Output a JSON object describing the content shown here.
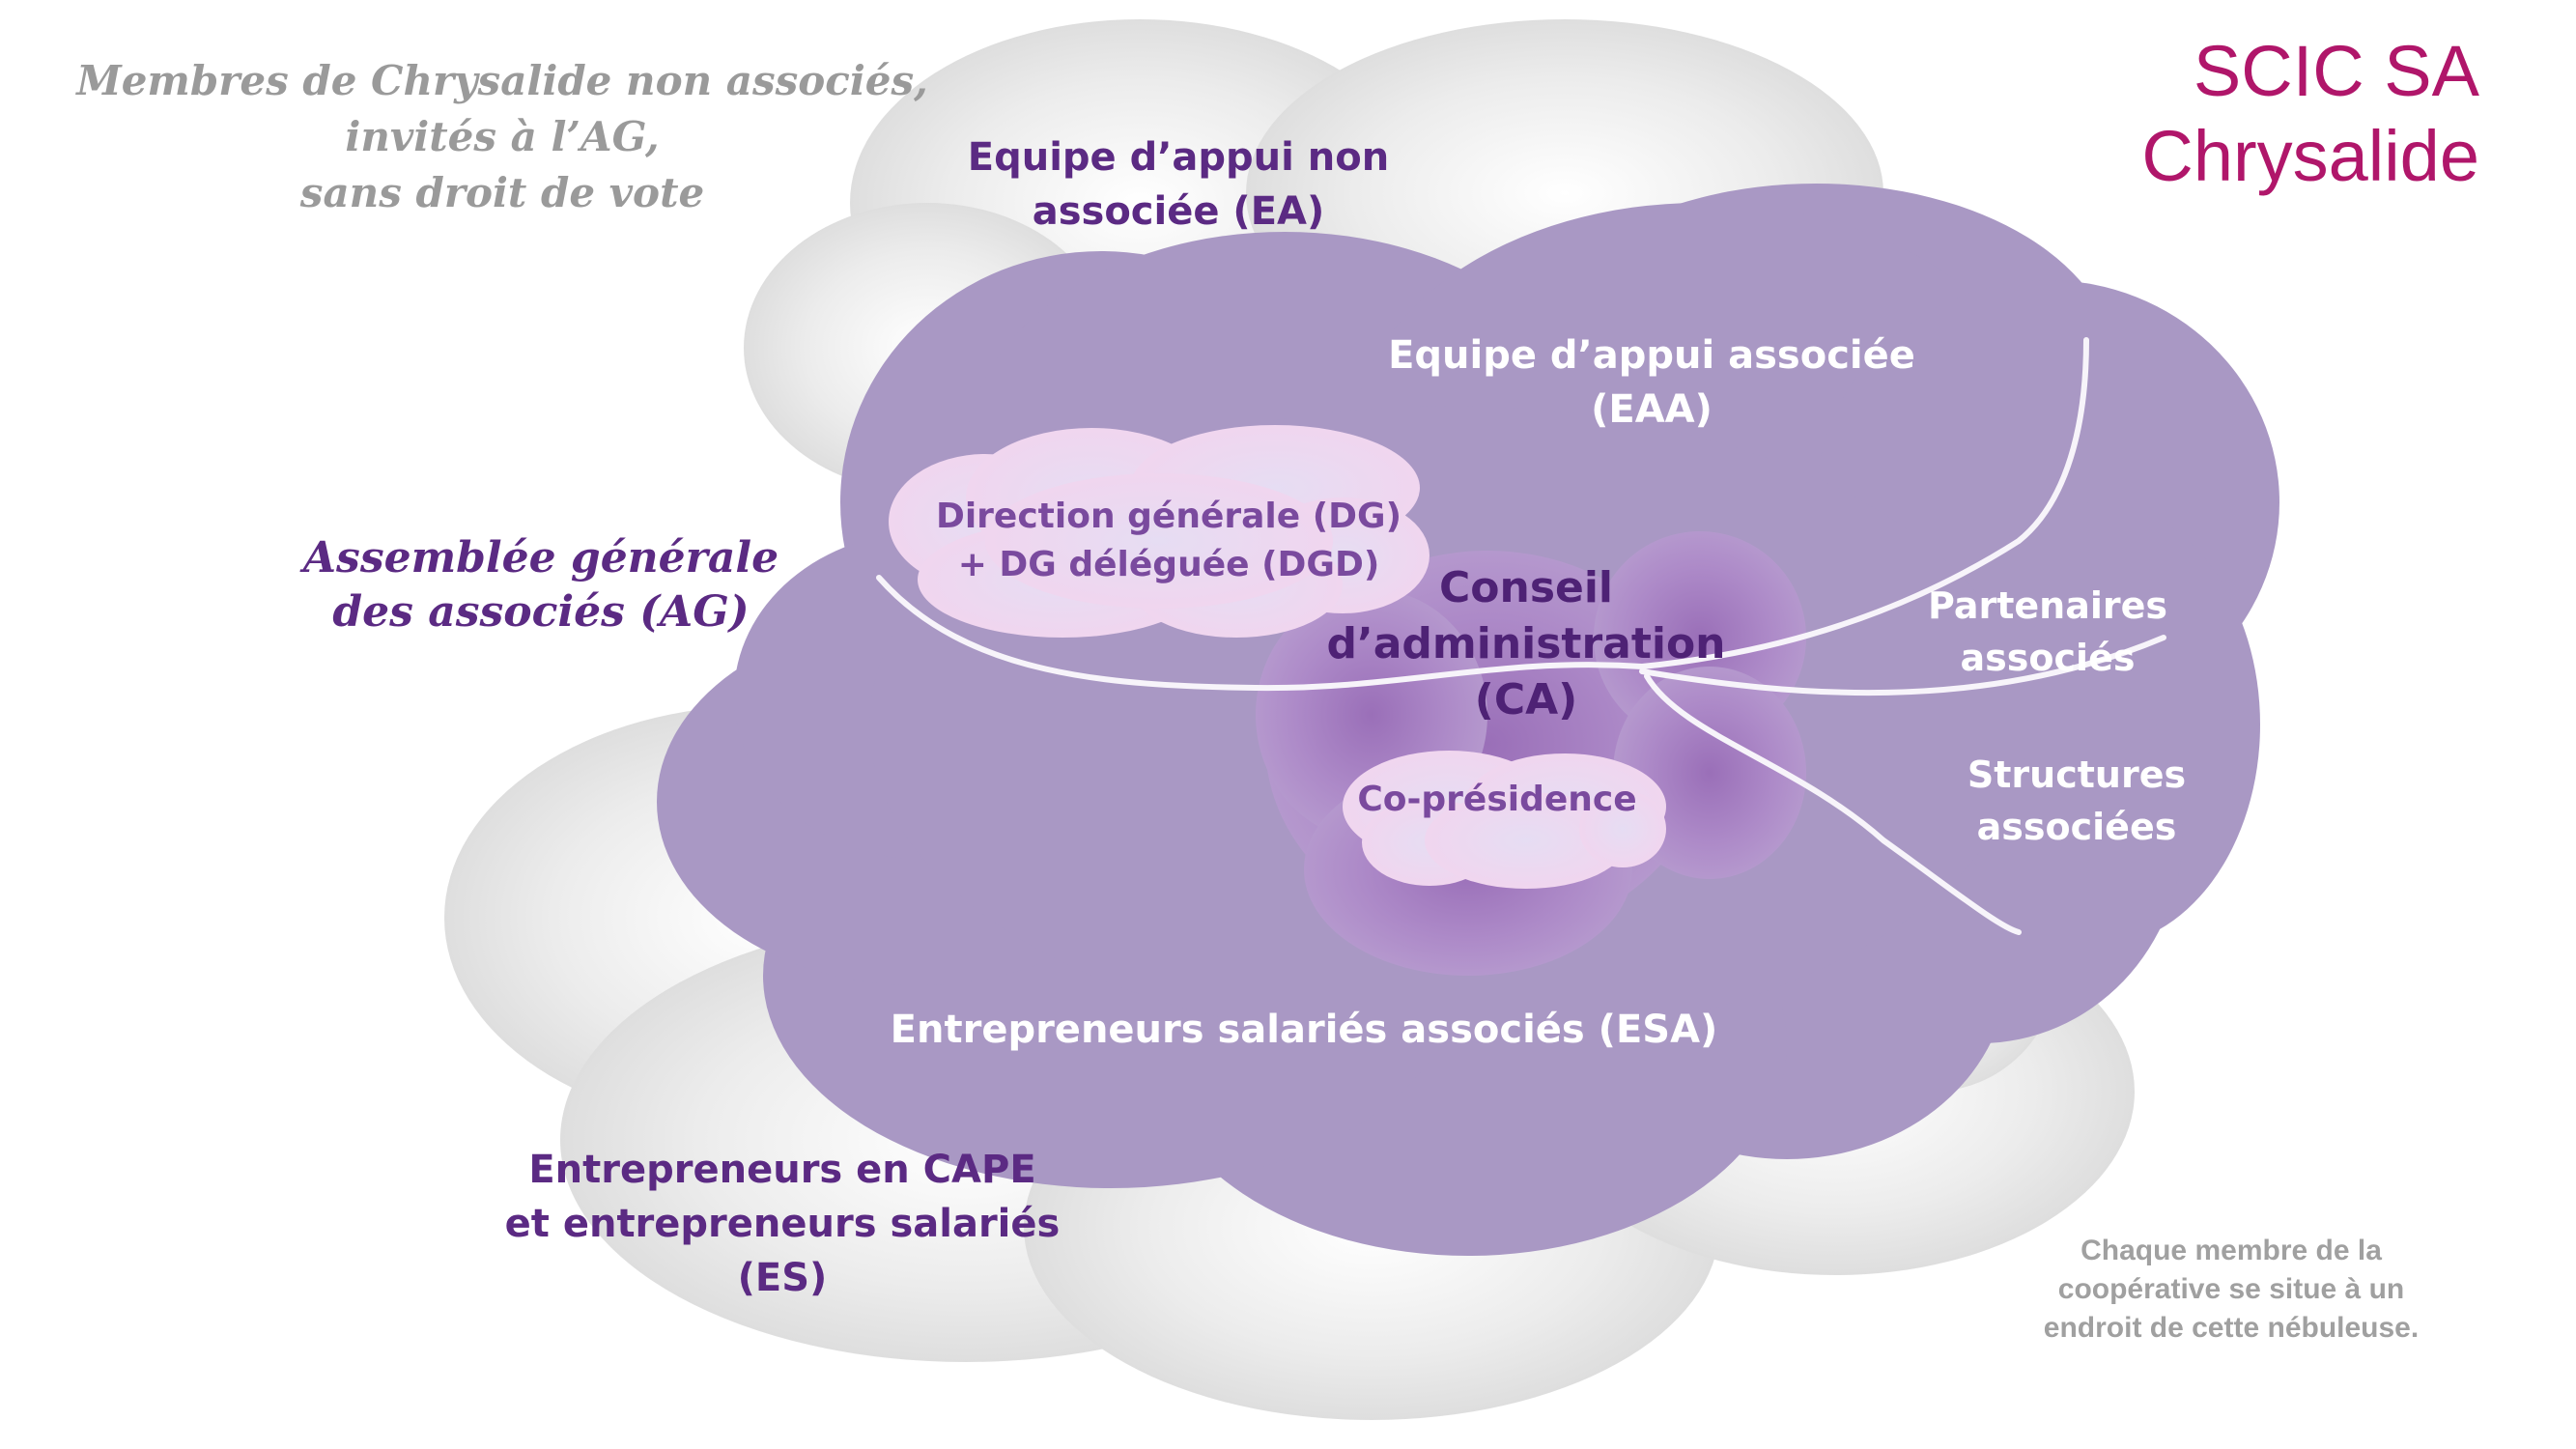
{
  "title": "SCIC SA\nChrysalide",
  "non_members": "Membres de Chrysalide non associés,\ninvités à l’AG,\nsans droit de vote",
  "ag": "Assemblée générale\ndes associés (AG)",
  "ea": "Equipe d’appui non\nassociée (EA)",
  "eaa": "Equipe d’appui associée\n(EAA)",
  "dg": "Direction générale (DG)\n+ DG déléguée (DGD)",
  "ca": "Conseil\nd’administration\n(CA)",
  "copresidence": "Co-présidence",
  "partenaires": "Partenaires\nassociés",
  "structures": "Structures\nassociées",
  "esa": "Entrepreneurs salariés associés (ESA)",
  "es": "Entrepreneurs en CAPE\net entrepreneurs salariés (ES)",
  "note": "Chaque membre de la\ncoopérative se situe à un\nendroit de cette nébuleuse.",
  "colors": {
    "title": "#b0166a",
    "purple_text": "#5b2a83",
    "main_cloud": "#a998c4",
    "grey_cloud": "#dcdcdc",
    "pink_cloud": "#f0dcf2"
  }
}
